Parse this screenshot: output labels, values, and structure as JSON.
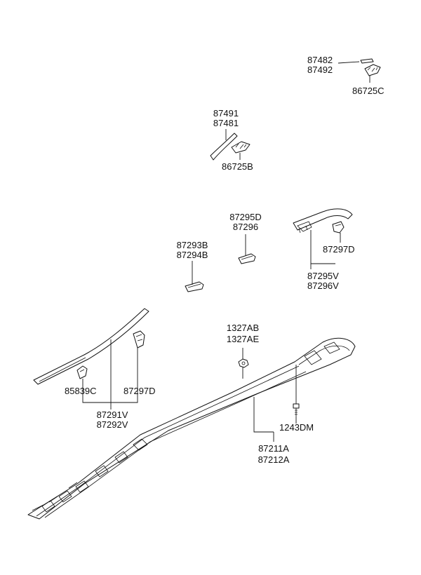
{
  "labels": {
    "c_87482": "87482",
    "c_87492": "87492",
    "c_86725C": "86725C",
    "c_87491": "87491",
    "c_87481": "87481",
    "c_86725B": "86725B",
    "c_87295D": "87295D",
    "c_87296": "87296",
    "c_87293B": "87293B",
    "c_87294B": "87294B",
    "c_87297D_top": "87297D",
    "c_87295V": "87295V",
    "c_87296V": "87296V",
    "c_1327AB": "1327AB",
    "c_1327AE": "1327AE",
    "c_85839C": "85839C",
    "c_87297D_left": "87297D",
    "c_87291V": "87291V",
    "c_87292V": "87292V",
    "c_1243DM": "1243DM",
    "c_87211A": "87211A",
    "c_87212A": "87212A"
  },
  "colors": {
    "line": "#111111",
    "background": "#ffffff"
  }
}
